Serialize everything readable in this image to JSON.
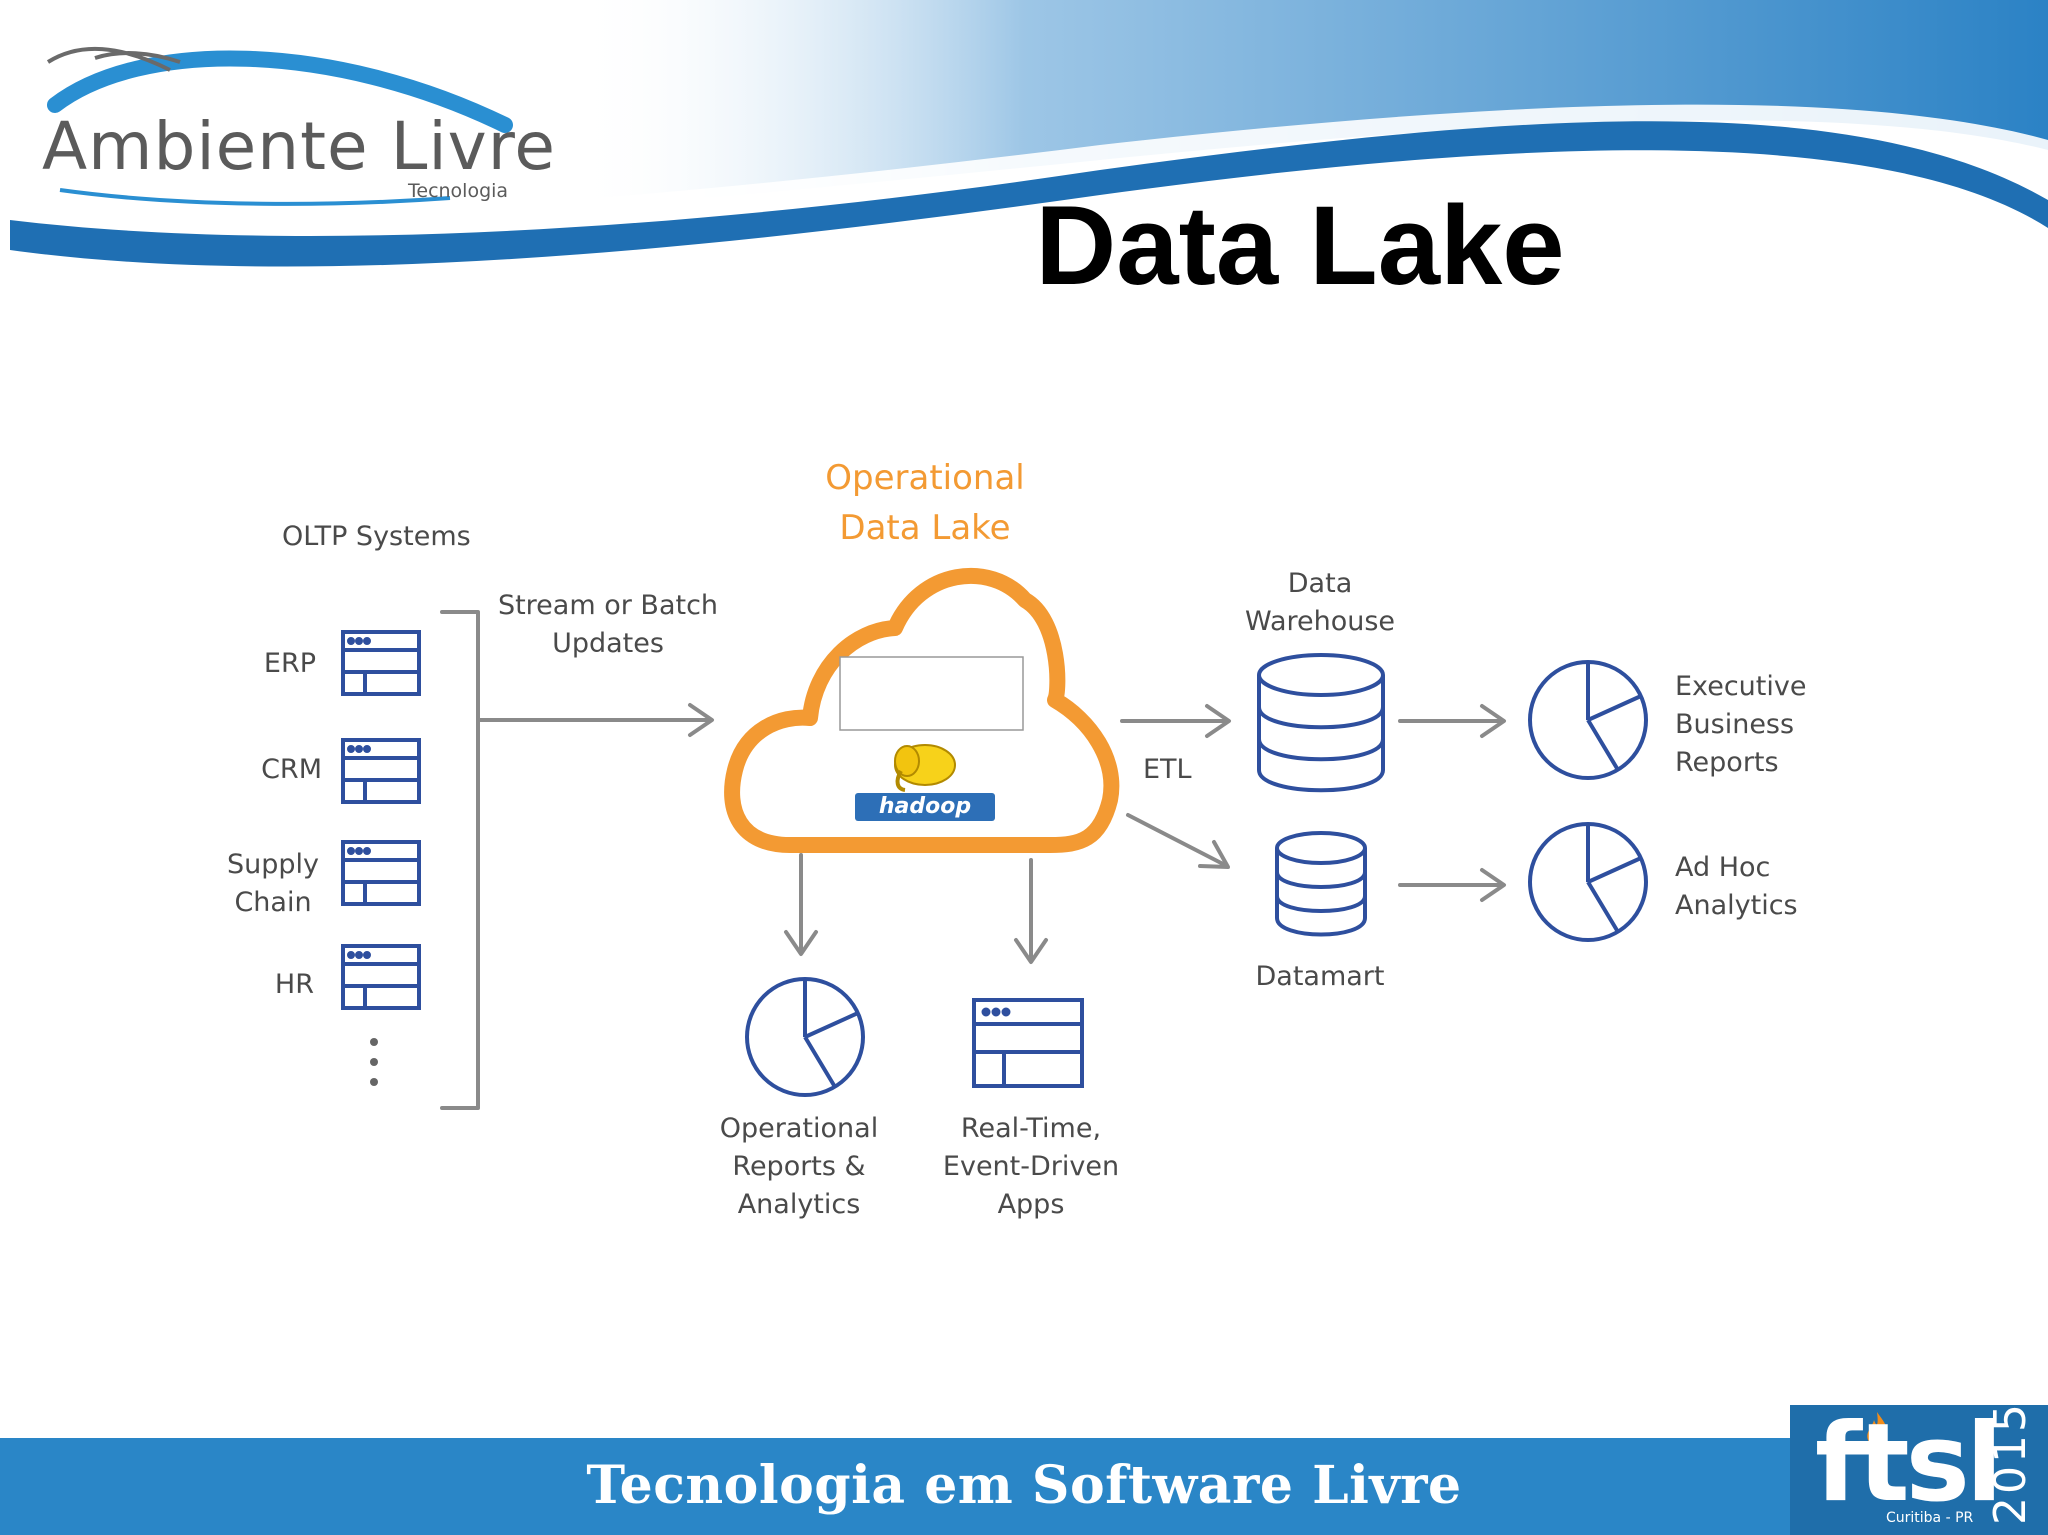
{
  "logo": {
    "name": "Ambiente Livre",
    "tagline": "Tecnologia"
  },
  "title": "Data Lake",
  "diagram": {
    "oltp_header": "OLTP Systems",
    "sources": [
      "ERP",
      "CRM",
      "Supply\nChain",
      "HR"
    ],
    "stream_label": "Stream or Batch\nUpdates",
    "lake_title": "Operational\nData Lake",
    "lake_logo": "hadoop",
    "etl_label": "ETL",
    "warehouse_label": "Data\nWarehouse",
    "datamart_label": "Datamart",
    "exec_reports_label": "Executive\nBusiness\nReports",
    "adhoc_label": "Ad Hoc\nAnalytics",
    "op_reports_label": "Operational\nReports &\nAnalytics",
    "realtime_label": "Real-Time,\nEvent-Driven\nApps",
    "colors": {
      "icon": "#2e4f9e",
      "cloud": "#f39a33",
      "arrow": "#888888",
      "title_orange": "#f39a33"
    }
  },
  "footer": {
    "text": "Tecnologia em Software Livre"
  },
  "badge": {
    "word": "ftsl",
    "year": "2015",
    "city": "Curitiba - PR"
  }
}
